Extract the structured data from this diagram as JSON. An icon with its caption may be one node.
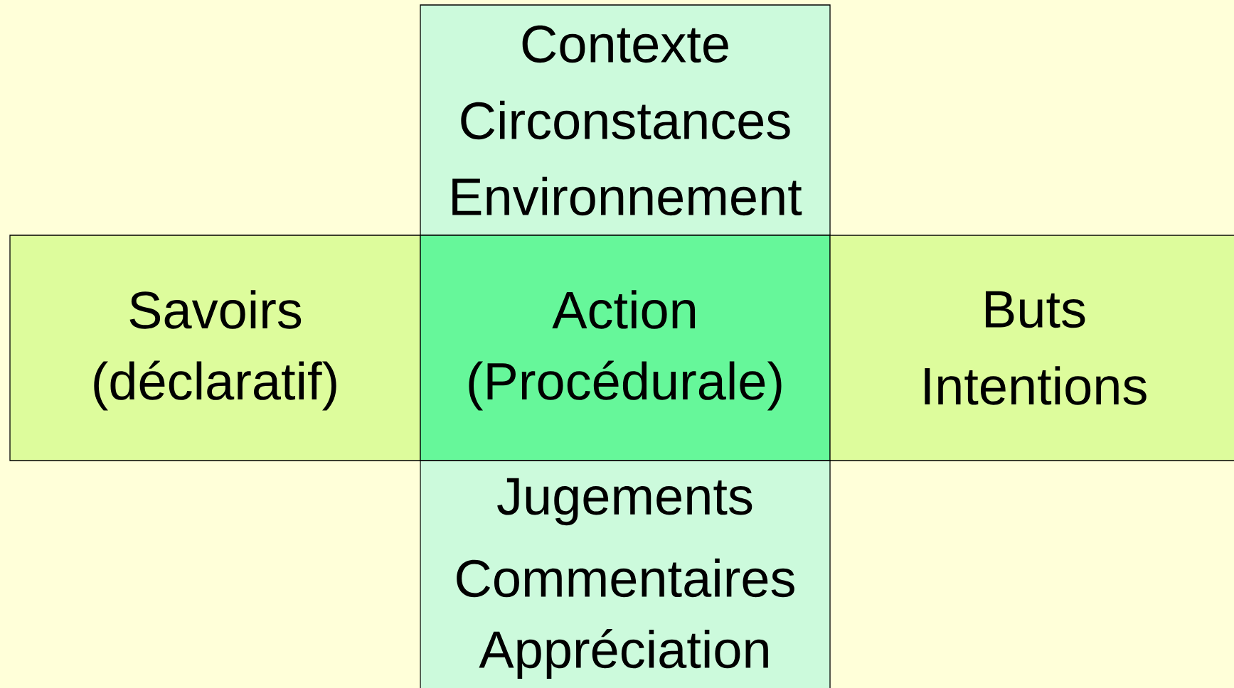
{
  "diagram": {
    "nodes": [
      {
        "text": [
          "Contexte",
          "Circonstances",
          "Environnement"
        ]
      },
      {
        "text": [
          "Savoirs",
          "(déclaratif)"
        ]
      },
      {
        "text": [
          "Action",
          "(Procédurale)"
        ]
      },
      {
        "text": [
          "Buts",
          "Intentions"
        ]
      },
      {
        "text": [
          "Jugements",
          "Commentaires",
          "Appréciation"
        ]
      }
    ]
  }
}
